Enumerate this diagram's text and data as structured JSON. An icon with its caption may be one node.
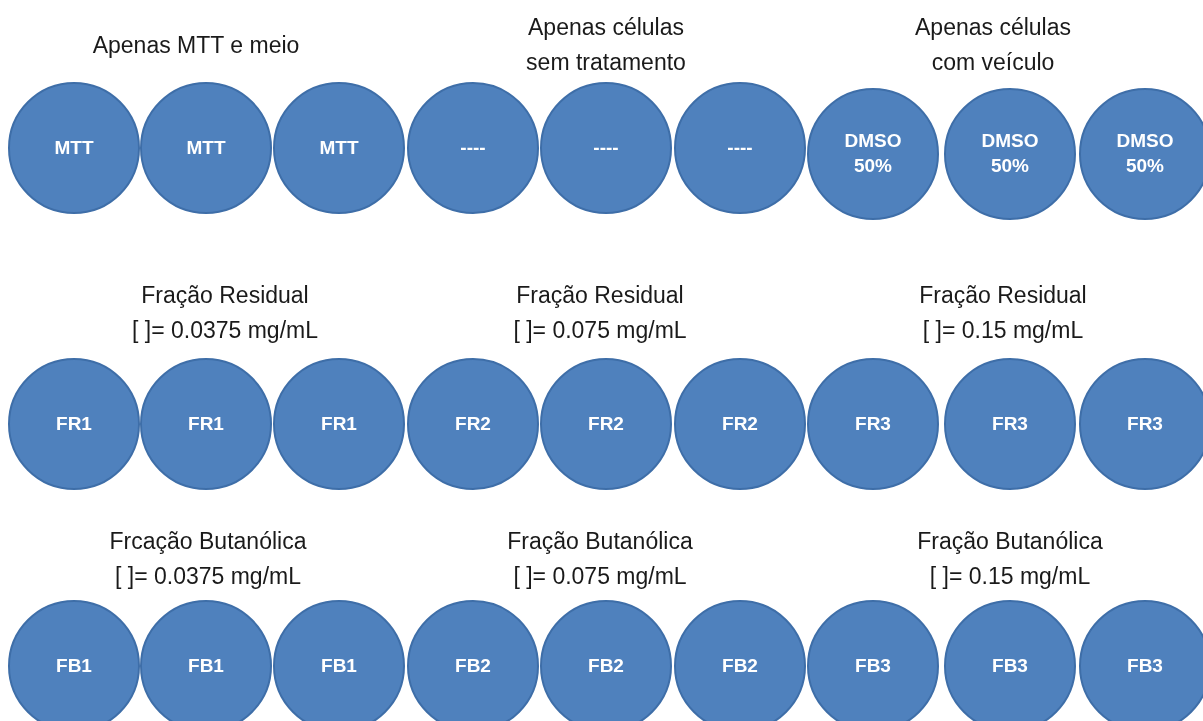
{
  "diagram": {
    "nodes": [
      {
        "text": [
          "MTT"
        ]
      },
      {
        "text": [
          "MTT"
        ]
      },
      {
        "text": [
          "MTT"
        ]
      },
      {
        "text": [
          "----"
        ]
      },
      {
        "text": [
          "----"
        ]
      },
      {
        "text": [
          "----"
        ]
      },
      {
        "text": [
          "DMSO 50%"
        ]
      },
      {
        "text": [
          "DMSO 50%"
        ]
      },
      {
        "text": [
          "DMSO 50%"
        ]
      },
      {
        "text": [
          "FR1"
        ]
      },
      {
        "text": [
          "FR1"
        ]
      },
      {
        "text": [
          "FR1"
        ]
      },
      {
        "text": [
          "FR2"
        ]
      },
      {
        "text": [
          "FR2"
        ]
      },
      {
        "text": [
          "FR2"
        ]
      },
      {
        "text": [
          "FR3"
        ]
      },
      {
        "text": [
          "FR3"
        ]
      },
      {
        "text": [
          "FR3"
        ]
      },
      {
        "text": [
          "FB1"
        ]
      },
      {
        "text": [
          "FB1"
        ]
      },
      {
        "text": [
          "FB1"
        ]
      },
      {
        "text": [
          "FB2"
        ]
      },
      {
        "text": [
          "FB2"
        ]
      },
      {
        "text": [
          "FB2"
        ]
      },
      {
        "text": [
          "FB3"
        ]
      },
      {
        "text": [
          "FB3"
        ]
      },
      {
        "text": [
          "FB3"
        ]
      }
    ],
    "labels": [
      "Apenas MTT e meio",
      "Apenas células sem tratamento",
      "Apenas células com veículo",
      "Fração Residual",
      "[ ]= 0.0375 mg/mL",
      "Fração Residual",
      "[ ]= 0.075 mg/mL",
      "Fração Residual",
      "[ ]= 0.15 mg/mL",
      "Frcação Butanólica",
      "[ ]= 0.0375 mg/mL",
      "Fração Butanólica",
      "[ ]= 0.075 mg/mL",
      "Fração Butanólica",
      "[ ]= 0.15 mg/mL"
    ]
  }
}
